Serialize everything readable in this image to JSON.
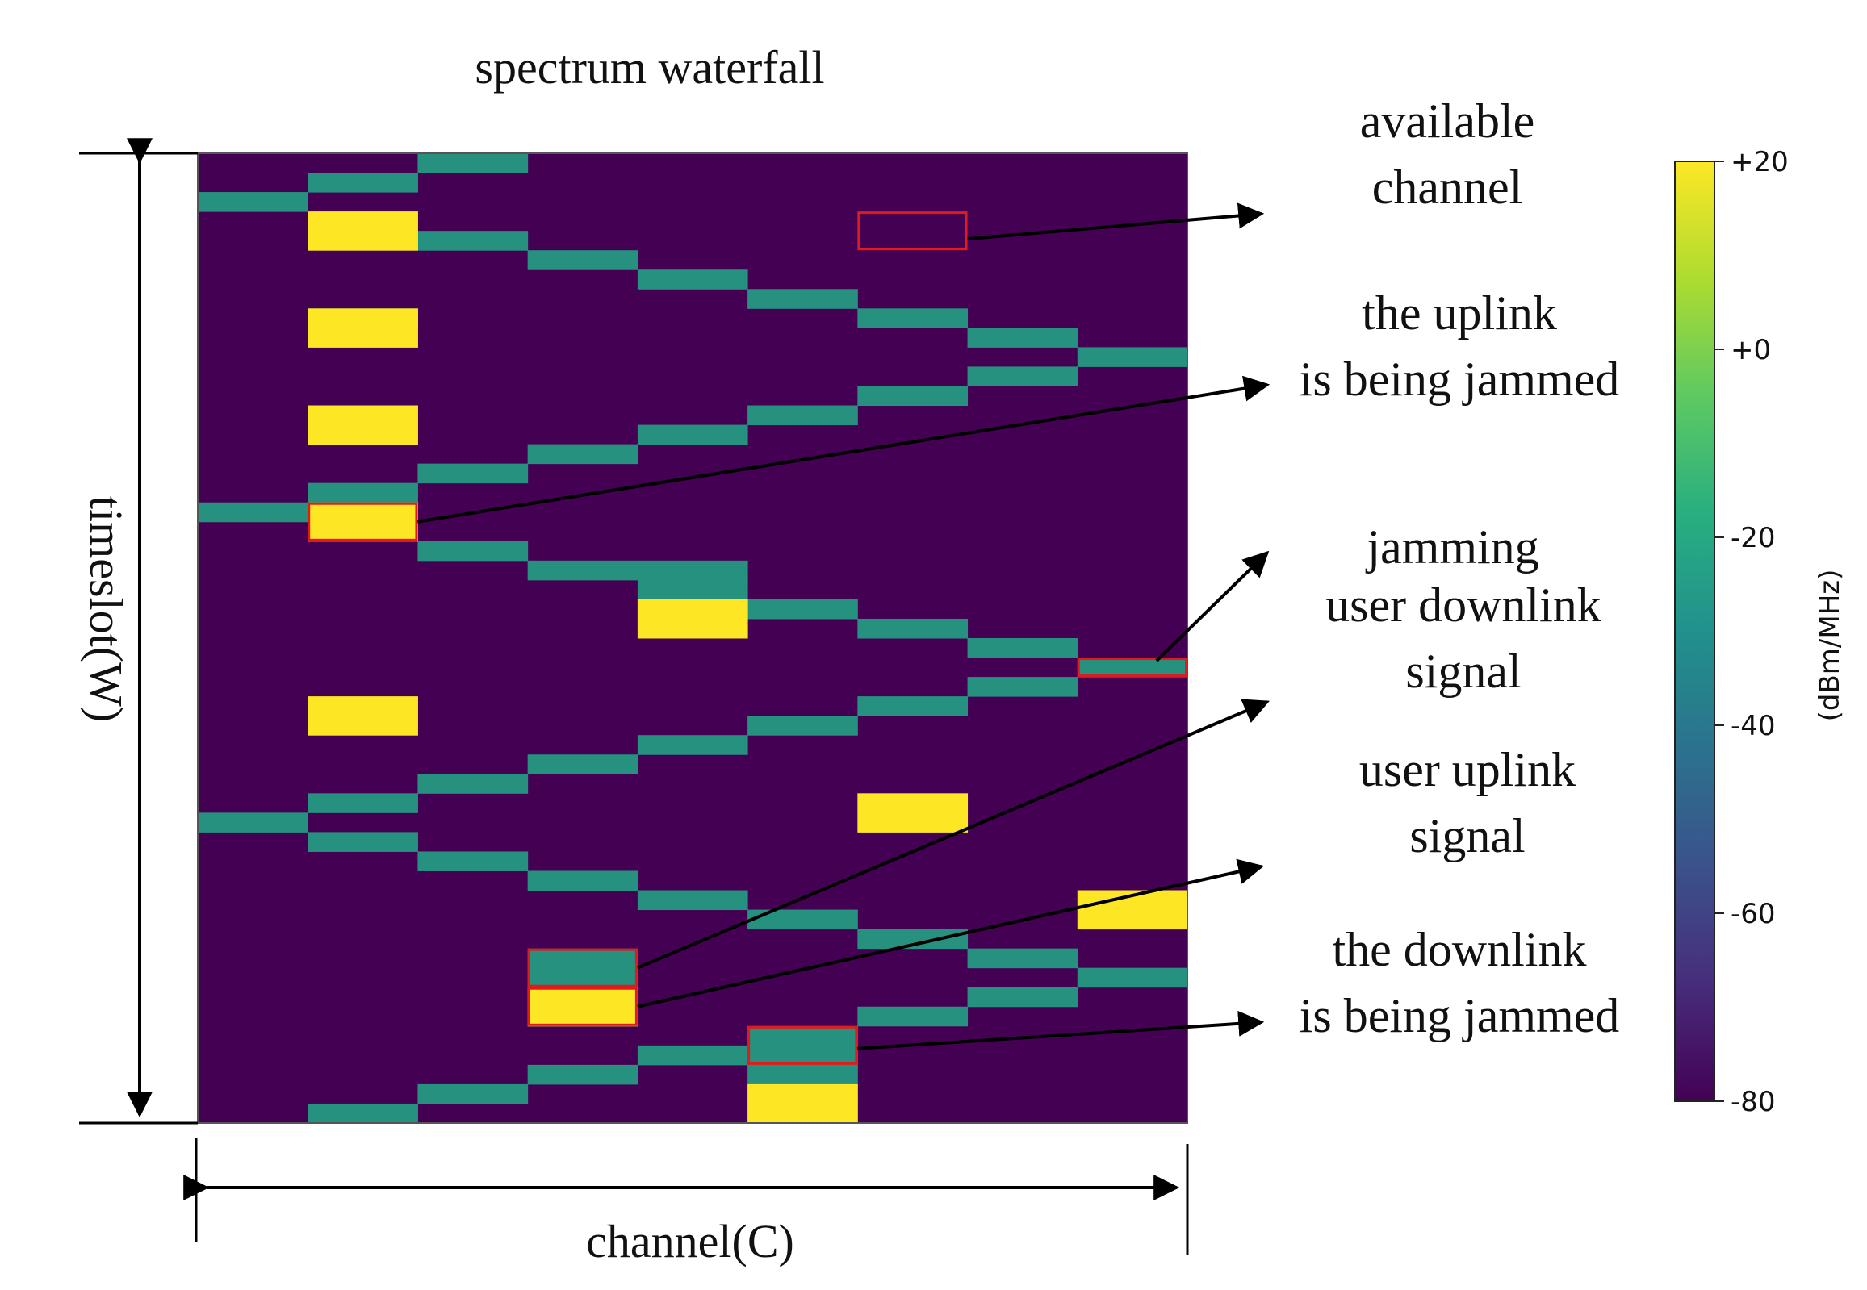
{
  "chart_data": {
    "type": "heatmap",
    "title": "spectrum waterfall",
    "xlabel": "channel(C)",
    "ylabel": "timeslot(W)",
    "colorbar": {
      "label": "(dBm/MHz)",
      "range": [
        -80,
        20
      ],
      "ticks": [
        "+20",
        "+0",
        "-20",
        "-40",
        "-60",
        "-80"
      ],
      "colormap": "viridis"
    },
    "grid": {
      "channels": 9,
      "timeslots": 50
    },
    "background_level": -80,
    "levels": {
      "signal": -25,
      "jamming": 20
    },
    "colors": {
      "background": "#440154",
      "signal": "#26917f",
      "jamming": "#fde725",
      "highlight": "#e31a1c",
      "arrow": "#000000"
    },
    "signal_cells": [
      [
        0,
        2
      ],
      [
        1,
        1
      ],
      [
        2,
        0
      ],
      [
        1,
        8
      ],
      [
        2,
        4
      ],
      [
        3,
        5
      ],
      [
        4,
        6
      ],
      [
        5,
        7
      ],
      [
        6,
        8
      ],
      [
        7,
        9
      ],
      [
        8,
        10
      ],
      [
        7,
        11
      ],
      [
        6,
        12
      ],
      [
        5,
        13
      ],
      [
        4,
        14
      ],
      [
        3,
        15
      ],
      [
        2,
        16
      ],
      [
        1,
        17
      ],
      [
        0,
        18
      ],
      [
        2,
        20
      ],
      [
        3,
        21
      ],
      [
        4,
        21
      ],
      [
        4,
        22
      ],
      [
        5,
        23
      ],
      [
        6,
        24
      ],
      [
        7,
        25
      ],
      [
        8,
        26
      ],
      [
        7,
        27
      ],
      [
        6,
        28
      ],
      [
        5,
        29
      ],
      [
        4,
        30
      ],
      [
        3,
        31
      ],
      [
        2,
        32
      ],
      [
        1,
        33
      ],
      [
        0,
        34
      ],
      [
        1,
        35
      ],
      [
        2,
        36
      ],
      [
        3,
        37
      ],
      [
        4,
        38
      ],
      [
        5,
        39
      ],
      [
        6,
        40
      ],
      [
        7,
        41
      ],
      [
        8,
        42
      ],
      [
        7,
        43
      ],
      [
        6,
        44
      ],
      [
        5,
        45
      ],
      [
        4,
        46
      ],
      [
        3,
        47
      ],
      [
        2,
        48
      ],
      [
        1,
        49
      ],
      [
        3,
        41
      ],
      [
        3,
        42
      ],
      [
        5,
        46
      ],
      [
        5,
        47
      ]
    ],
    "jamming_cells": [
      [
        1,
        3
      ],
      [
        1,
        4
      ],
      [
        1,
        8
      ],
      [
        1,
        9
      ],
      [
        1,
        13
      ],
      [
        1,
        14
      ],
      [
        1,
        18
      ],
      [
        1,
        19
      ],
      [
        4,
        23
      ],
      [
        4,
        24
      ],
      [
        1,
        28
      ],
      [
        1,
        29
      ],
      [
        6,
        33
      ],
      [
        6,
        34
      ],
      [
        8,
        38
      ],
      [
        8,
        39
      ],
      [
        3,
        43
      ],
      [
        3,
        44
      ],
      [
        5,
        48
      ],
      [
        5,
        49
      ]
    ],
    "highlighted_cells": [
      {
        "channel": 6,
        "timeslot": 3,
        "rows": 2
      },
      {
        "channel": 1,
        "timeslot": 18,
        "rows": 2
      },
      {
        "channel": 8,
        "timeslot": 26,
        "rows": 1
      },
      {
        "channel": 3,
        "timeslot": 41,
        "rows": 2
      },
      {
        "channel": 3,
        "timeslot": 43,
        "rows": 2
      },
      {
        "channel": 5,
        "timeslot": 45,
        "rows": 2
      }
    ],
    "annotations": [
      {
        "lines": [
          "available",
          "channel"
        ],
        "target_cell": 0
      },
      {
        "lines": [
          "the uplink",
          "is being jammed"
        ],
        "target_cell": 1
      },
      {
        "lines": [
          "jamming"
        ],
        "target_cell": 2
      },
      {
        "lines": [
          "user downlink",
          "signal"
        ],
        "target_cell": 3
      },
      {
        "lines": [
          "user uplink",
          "signal"
        ],
        "target_cell": 4
      },
      {
        "lines": [
          "the downlink",
          "is being jammed"
        ],
        "target_cell": 5
      }
    ]
  }
}
